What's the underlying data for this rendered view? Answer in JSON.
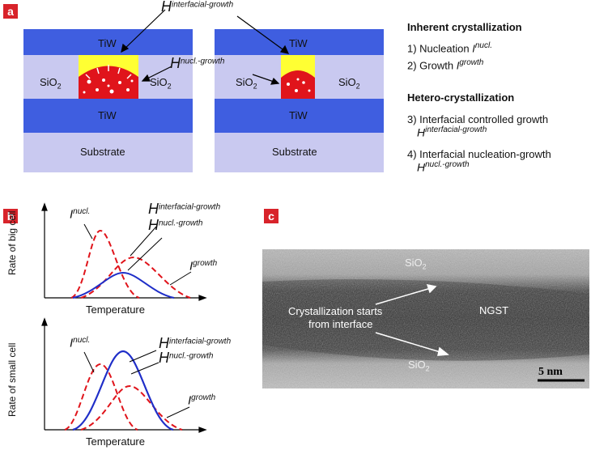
{
  "panels": {
    "a": {
      "tag": "a",
      "layers": {
        "tiw": "TiW",
        "sio2": "SiO",
        "sio2_sub": "2",
        "substrate": "Substrate"
      },
      "annotations": {
        "h_interfacial": {
          "H": "H",
          "sup": "interfacial-growth"
        },
        "h_nucl": {
          "H": "H",
          "sup": "nucl.-growth"
        }
      },
      "legend": {
        "inherent_title": "Inherent crystallization",
        "item1_text": "1) Nucleation ",
        "item1_I": "I",
        "item1_sup": "nucl.",
        "item2_text": "2) Growth ",
        "item2_I": "I",
        "item2_sup": "growth",
        "hetero_title": "Hetero-crystallization",
        "item3_text": "3) Interfacial controlled growth",
        "item3_H": "H",
        "item3_sup": "interfacial-growth",
        "item4_text": "4) Interfacial nucleation-growth",
        "item4_H": "H",
        "item4_sup": "nucl.-growth"
      }
    },
    "b": {
      "tag": "b",
      "top": {
        "ylabel": "Rate of big cell",
        "xlabel": "Temperature",
        "labels": {
          "inucl_I": "I",
          "inucl_sup": "nucl.",
          "hint_H": "H",
          "hint_sup": "interfacial-growth",
          "hnucl_H": "H",
          "hnucl_sup": "nucl.-growth",
          "igrowth_I": "I",
          "igrowth_sup": "growth"
        }
      },
      "bottom": {
        "ylabel": "Rate of small cell",
        "xlabel": "Temperature",
        "labels": {
          "inucl_I": "I",
          "inucl_sup": "nucl.",
          "hint_H": "H",
          "hint_sup": "interfacial-growth",
          "hnucl_H": "H",
          "hnucl_sup": "nucl.-growth",
          "igrowth_I": "I",
          "igrowth_sup": "growth"
        }
      }
    },
    "c": {
      "tag": "c",
      "top_layer": "SiO",
      "top_layer_sub": "2",
      "bottom_layer": "SiO",
      "bottom_layer_sub": "2",
      "material": "NGST",
      "note_line1": "Crystallization starts",
      "note_line2": "from interface",
      "scale_bar": "5 nm"
    }
  },
  "colors": {
    "tiw": "#3f5ee0",
    "sio2": "#c9c9f0",
    "cell_red": "#e0141b",
    "cell_yellow": "#ffff33",
    "dashed_red": "#e0141b",
    "solid_blue": "#1f2ec8"
  }
}
